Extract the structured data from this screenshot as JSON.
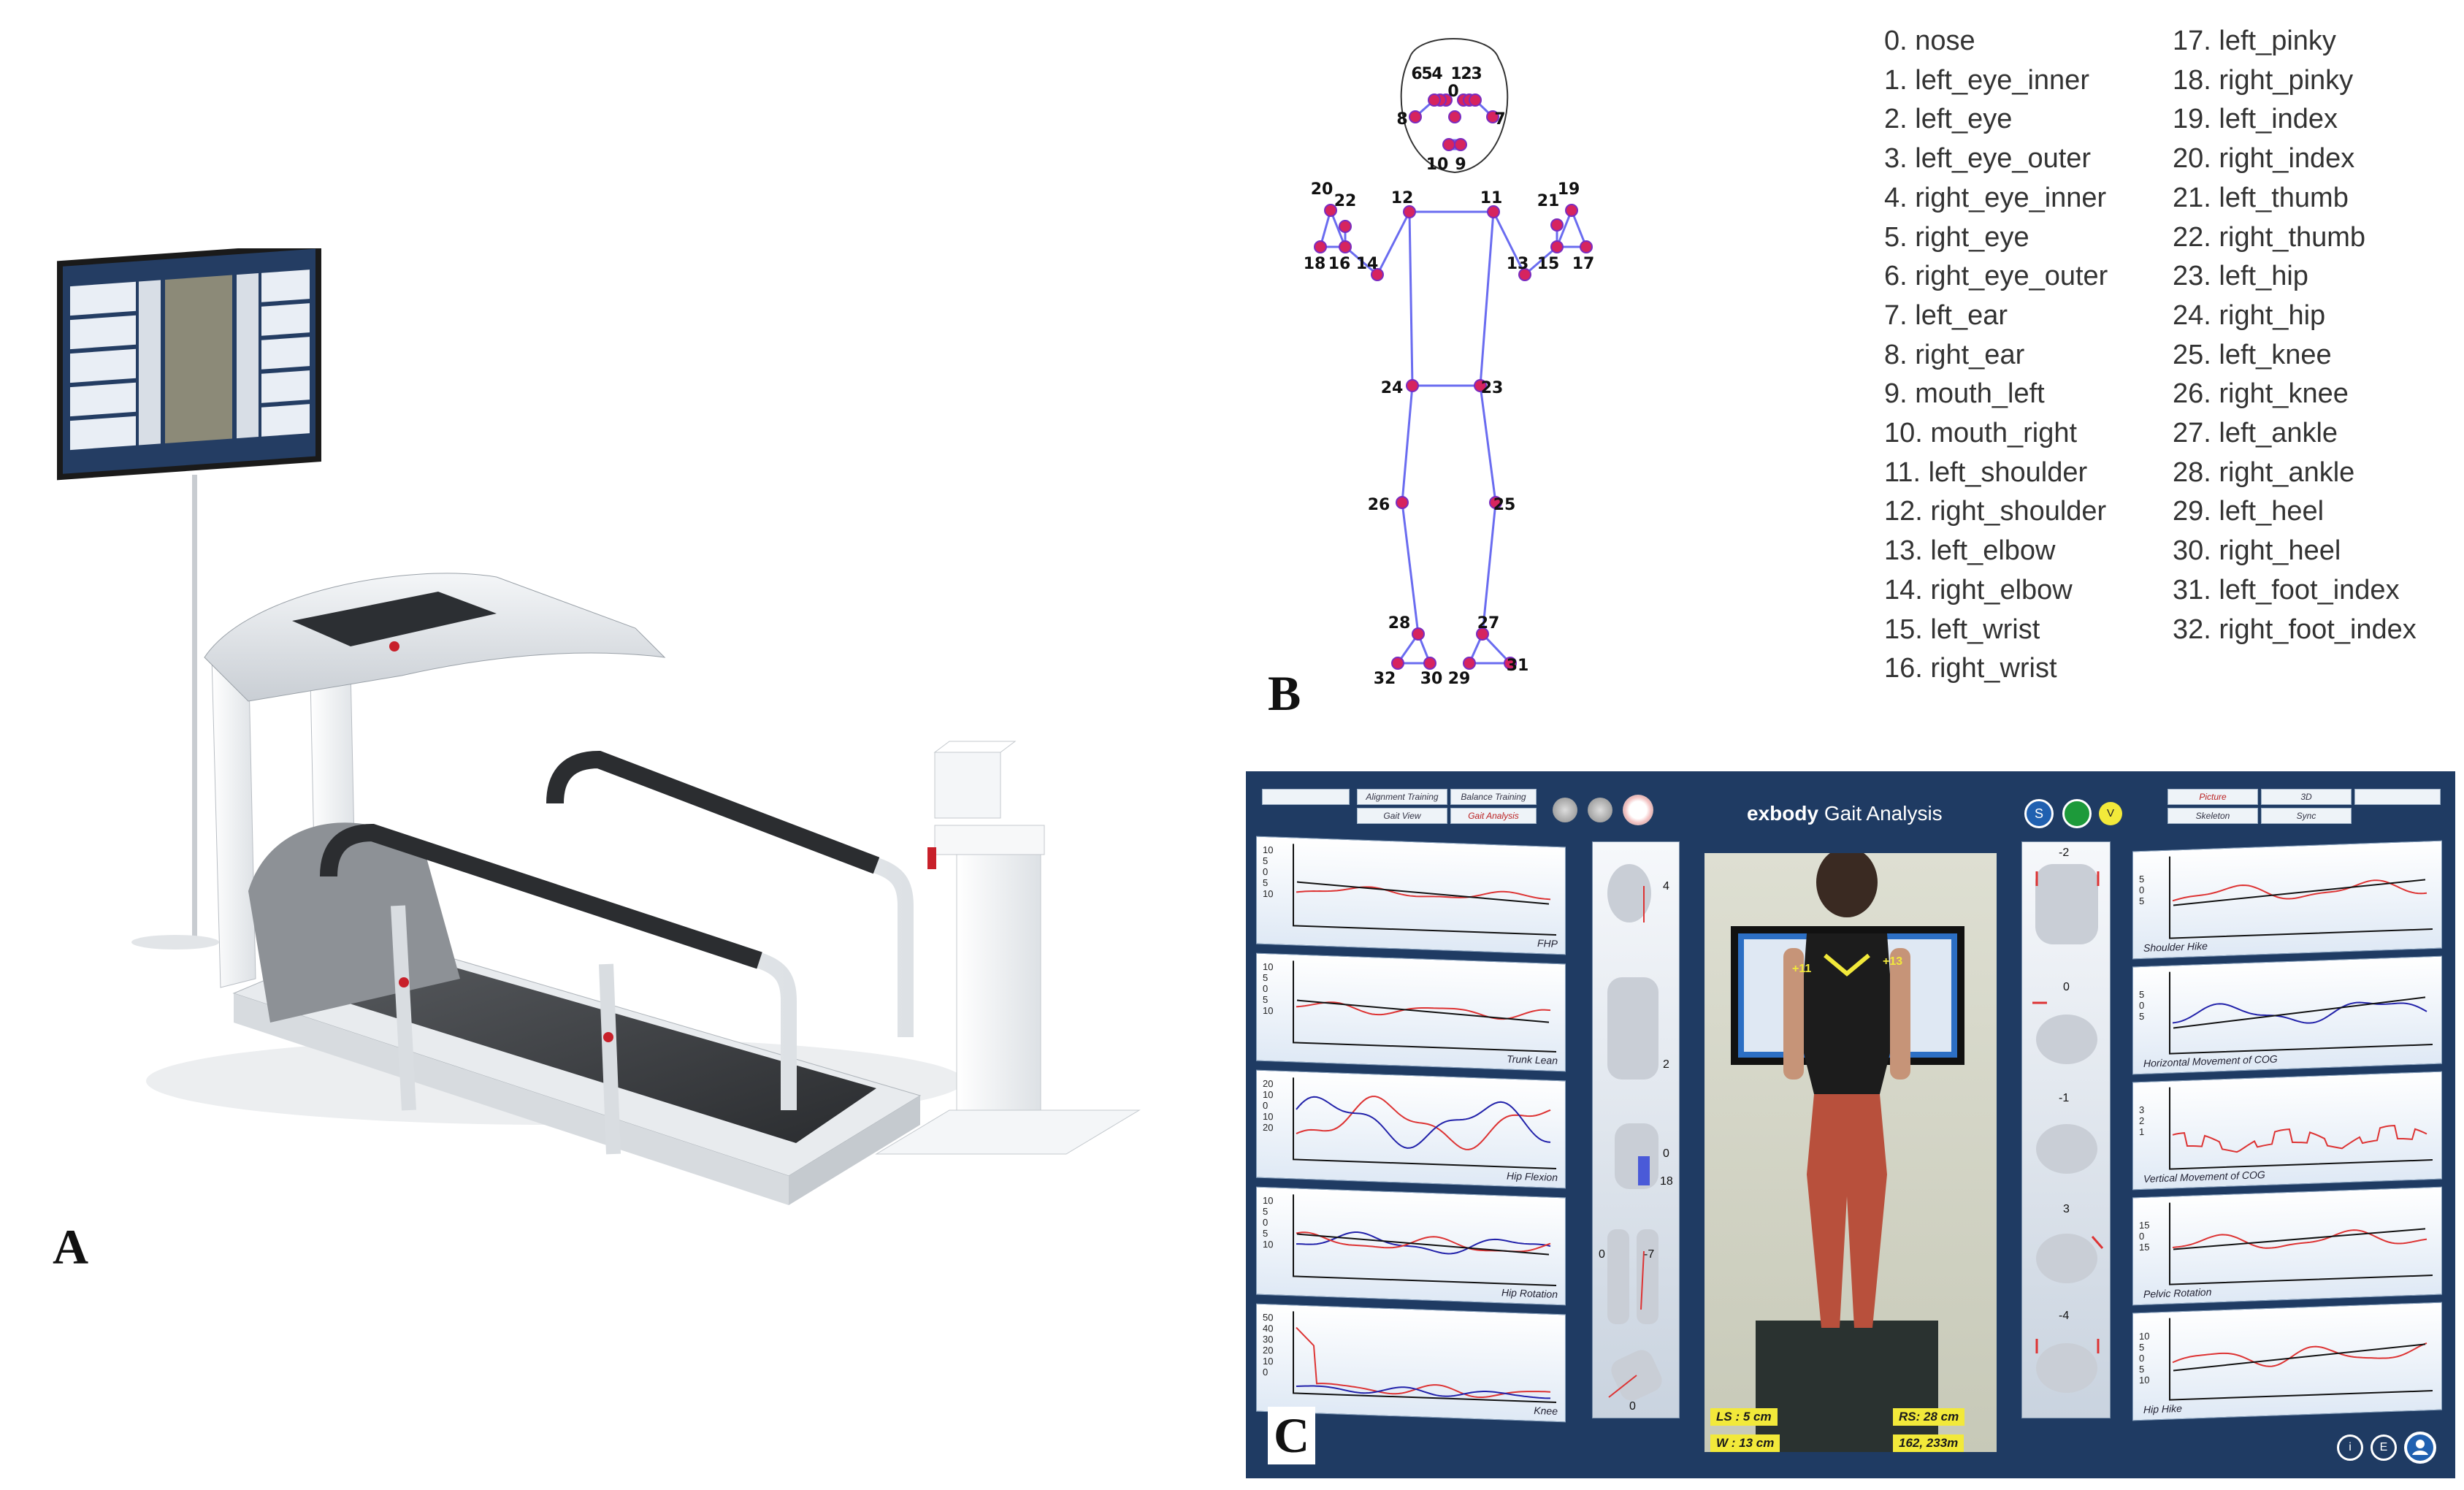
{
  "panels": {
    "a": "A",
    "b": "B",
    "c": "C"
  },
  "landmarks": {
    "col1": [
      "0. nose",
      "1. left_eye_inner",
      "2. left_eye",
      "3. left_eye_outer",
      "4. right_eye_inner",
      "5. right_eye",
      "6. right_eye_outer",
      "7. left_ear",
      "8. right_ear",
      "9. mouth_left",
      "10. mouth_right",
      "11. left_shoulder",
      "12. right_shoulder",
      "13. left_elbow",
      "14. right_elbow",
      "15. left_wrist",
      "16. right_wrist"
    ],
    "col2": [
      "17. left_pinky",
      "18. right_pinky",
      "19. left_index",
      "20. right_index",
      "21. left_thumb",
      "22. right_thumb",
      "23. left_hip",
      "24. right_hip",
      "25. left_knee",
      "26. right_knee",
      "27. left_ankle",
      "28. right_ankle",
      "29. left_heel",
      "30. right_heel",
      "31. left_foot_index",
      "32. right_foot_index"
    ]
  },
  "skeleton_labels": [
    "0",
    "1",
    "2",
    "3",
    "4",
    "5",
    "6",
    "7",
    "8",
    "9",
    "10",
    "11",
    "12",
    "13",
    "14",
    "15",
    "16",
    "17",
    "18",
    "19",
    "20",
    "21",
    "22",
    "23",
    "24",
    "25",
    "26",
    "27",
    "28",
    "29",
    "30",
    "31",
    "32"
  ],
  "app": {
    "brand": "exbody",
    "title": "Gait Analysis",
    "buttons": {
      "alignment": "Alignment Training",
      "balance": "Balance Training",
      "gait_view": "Gait View",
      "gait_analysis": "Gait Analysis",
      "picture": "Picture",
      "three_d": "3D",
      "skeleton": "Skeleton",
      "sync": "Sync"
    },
    "status_icons": {
      "s": "S",
      "v": "V"
    },
    "left_graphs": [
      {
        "label": "FHP",
        "ticks": "10\n5\n0\n5\n10"
      },
      {
        "label": "Trunk Lean",
        "ticks": "10\n5\n0\n5\n10"
      },
      {
        "label": "Hip Flexion",
        "ticks": "20\n10\n0\n10\n20"
      },
      {
        "label": "Hip Rotation",
        "ticks": "10\n5\n0\n5\n10"
      },
      {
        "label": "Knee",
        "ticks": "50\n40\n30\n20\n10\n0"
      }
    ],
    "right_graphs": [
      {
        "label": "Shoulder Hike",
        "ticks": "5\n0\n5"
      },
      {
        "label": "Horizontal Movement of COG",
        "ticks": "5\n0\n5"
      },
      {
        "label": "Vertical Movement of COG",
        "ticks": "3\n2\n1"
      },
      {
        "label": "Pelvic Rotation",
        "ticks": "15\n0\n15"
      },
      {
        "label": "Hip Hike",
        "ticks": "10\n5\n0\n5\n10"
      }
    ],
    "left_values": [
      "4",
      "2",
      "0",
      "18",
      "0",
      "-7",
      "0"
    ],
    "right_values": [
      "-2",
      "0",
      "-1",
      "3",
      "-4"
    ],
    "video": {
      "shoulder_left": "+11",
      "shoulder_right": "+13",
      "ls": "LS : 5  cm",
      "rs": "RS: 28  cm",
      "w": "W : 13  cm",
      "dist": "162, 233m"
    },
    "footer": {
      "i1": "i",
      "i2": "E"
    }
  }
}
